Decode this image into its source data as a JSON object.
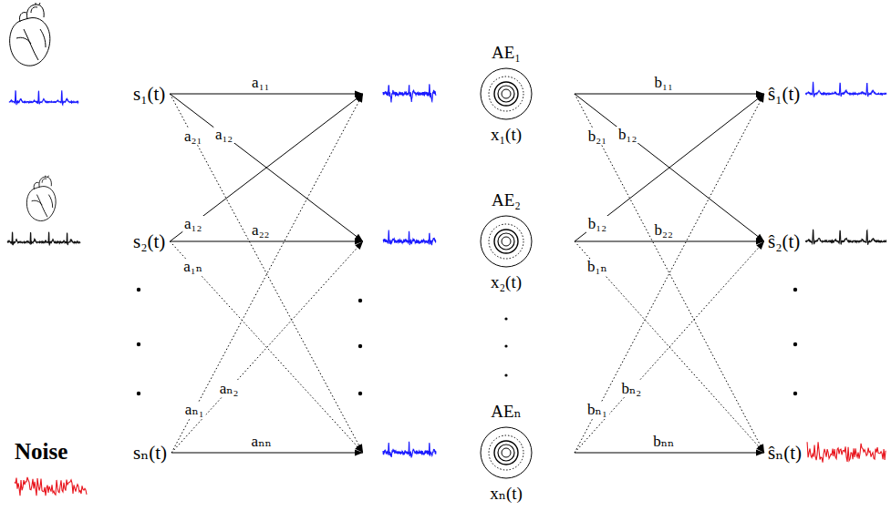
{
  "diagram": {
    "nodes": [
      {
        "text": [
          "s₁(t)"
        ]
      },
      {
        "text": [
          "s₂(t)"
        ]
      },
      {
        "text": [
          "sₙ(t)"
        ]
      },
      {
        "text": [
          "AE₁",
          "x₁(t)"
        ]
      },
      {
        "text": [
          "AE₂",
          "x₂(t)"
        ]
      },
      {
        "text": [
          "AEₙ",
          "xₙ(t)"
        ]
      },
      {
        "text": [
          "ŝ₁(t)"
        ]
      },
      {
        "text": [
          "ŝ₂(t)"
        ]
      },
      {
        "text": [
          "ŝₙ(t)"
        ]
      }
    ],
    "edges": [
      {
        "from": 0,
        "to": 3,
        "arrow": "to",
        "label": "a₁₁"
      },
      {
        "from": 0,
        "to": 4,
        "arrow": "to",
        "label": "a₁₂"
      },
      {
        "from": 0,
        "to": 5,
        "arrow": "to",
        "label": "a₂₁"
      },
      {
        "from": 1,
        "to": 3,
        "arrow": "to",
        "label": "a₁₂"
      },
      {
        "from": 1,
        "to": 4,
        "arrow": "to",
        "label": "a₂₂"
      },
      {
        "from": 1,
        "to": 5,
        "arrow": "to",
        "label": "a₁ₙ"
      },
      {
        "from": 2,
        "to": 3,
        "arrow": "to",
        "label": "aₙ₁"
      },
      {
        "from": 2,
        "to": 4,
        "arrow": "to",
        "label": "aₙ₂"
      },
      {
        "from": 2,
        "to": 5,
        "arrow": "to",
        "label": "aₙₙ"
      },
      {
        "from": 3,
        "to": 6,
        "arrow": "to",
        "label": "b₁₁"
      },
      {
        "from": 3,
        "to": 7,
        "arrow": "to",
        "label": "b₁₂"
      },
      {
        "from": 3,
        "to": 8,
        "arrow": "to",
        "label": "b₂₁"
      },
      {
        "from": 4,
        "to": 6,
        "arrow": "to",
        "label": "b₁₂"
      },
      {
        "from": 4,
        "to": 7,
        "arrow": "to",
        "label": "b₂₂"
      },
      {
        "from": 4,
        "to": 8,
        "arrow": "to",
        "label": "b₁ₙ"
      },
      {
        "from": 5,
        "to": 6,
        "arrow": "to",
        "label": "bₙ₁"
      },
      {
        "from": 5,
        "to": 7,
        "arrow": "to",
        "label": "bₙ₂"
      },
      {
        "from": 5,
        "to": 8,
        "arrow": "to",
        "label": "bₙₙ"
      }
    ],
    "labels": [
      "Noise"
    ]
  }
}
